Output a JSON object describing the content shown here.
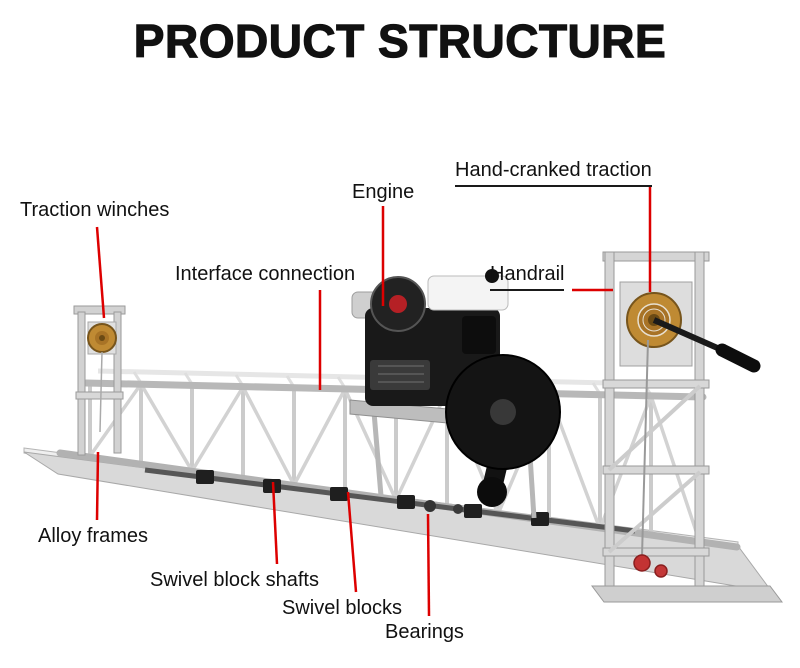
{
  "title": "PRODUCT STRUCTURE",
  "colors": {
    "leader_line": "#dd0000",
    "label_text": "#111111",
    "winch_gold": "#bf8a33",
    "frame_aluminum": "#c9c9c9",
    "engine_black": "#191919"
  },
  "labels": {
    "traction_winches": "Traction winches",
    "interface_connection": "Interface connection",
    "engine": "Engine",
    "hand_cranked_traction": "Hand-cranked traction",
    "handrail": "Handrail",
    "alloy_frames": "Alloy frames",
    "swivel_block_shafts": "Swivel block shafts",
    "swivel_blocks": "Swivel blocks",
    "bearings": "Bearings"
  }
}
